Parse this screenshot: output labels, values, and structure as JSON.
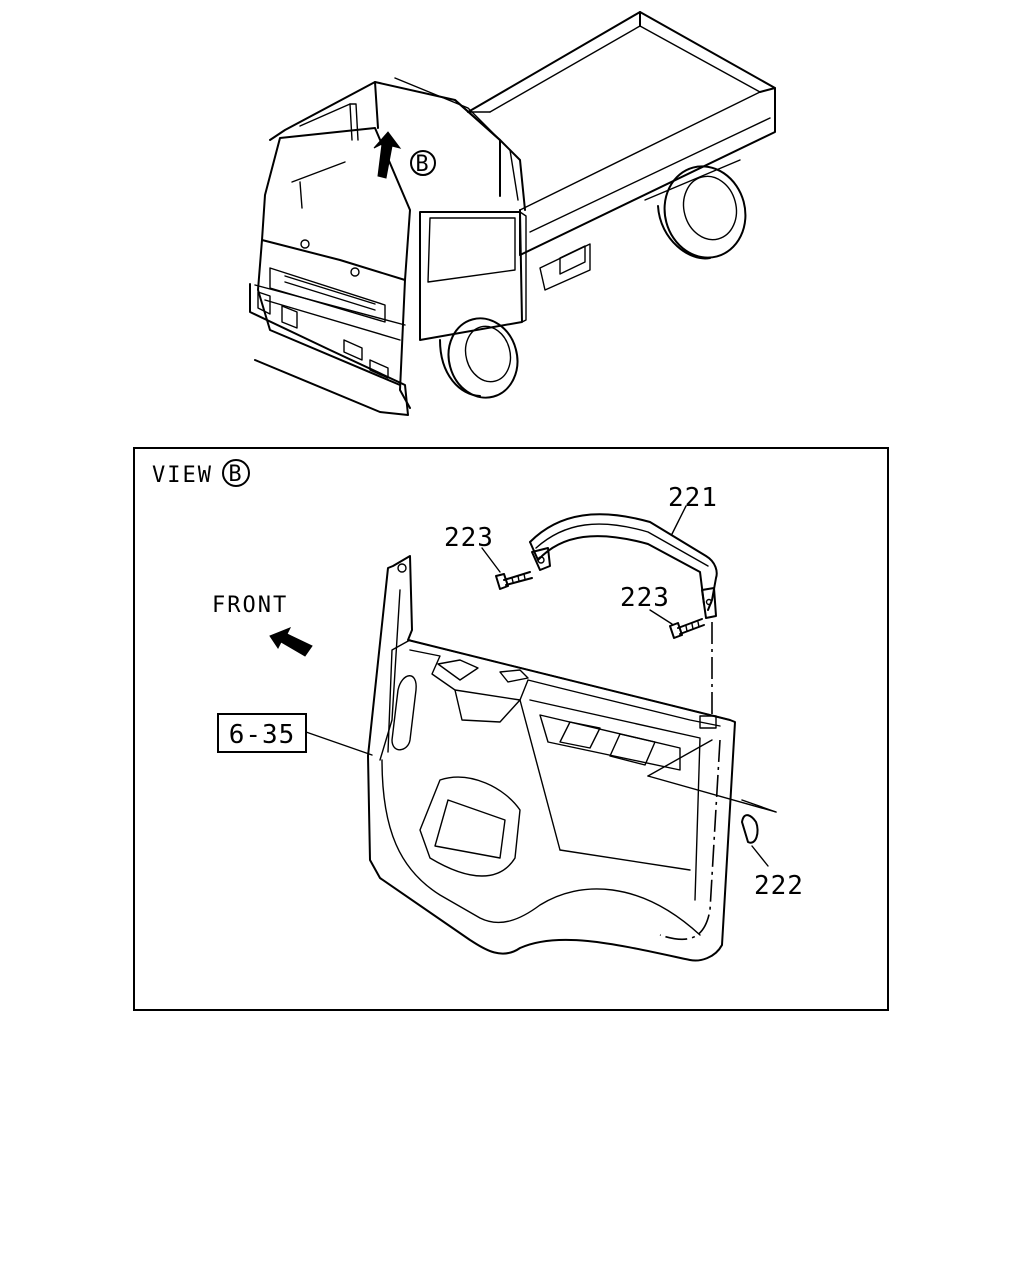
{
  "overview": {
    "view_marker": "B"
  },
  "detail_view": {
    "view_title": "VIEW",
    "view_marker": "B",
    "front_label": "FRONT",
    "reference_box": "6-35",
    "callouts": {
      "grab_handle": "221",
      "cap": "222",
      "screw_upper": "223",
      "screw_lower": "223"
    }
  }
}
